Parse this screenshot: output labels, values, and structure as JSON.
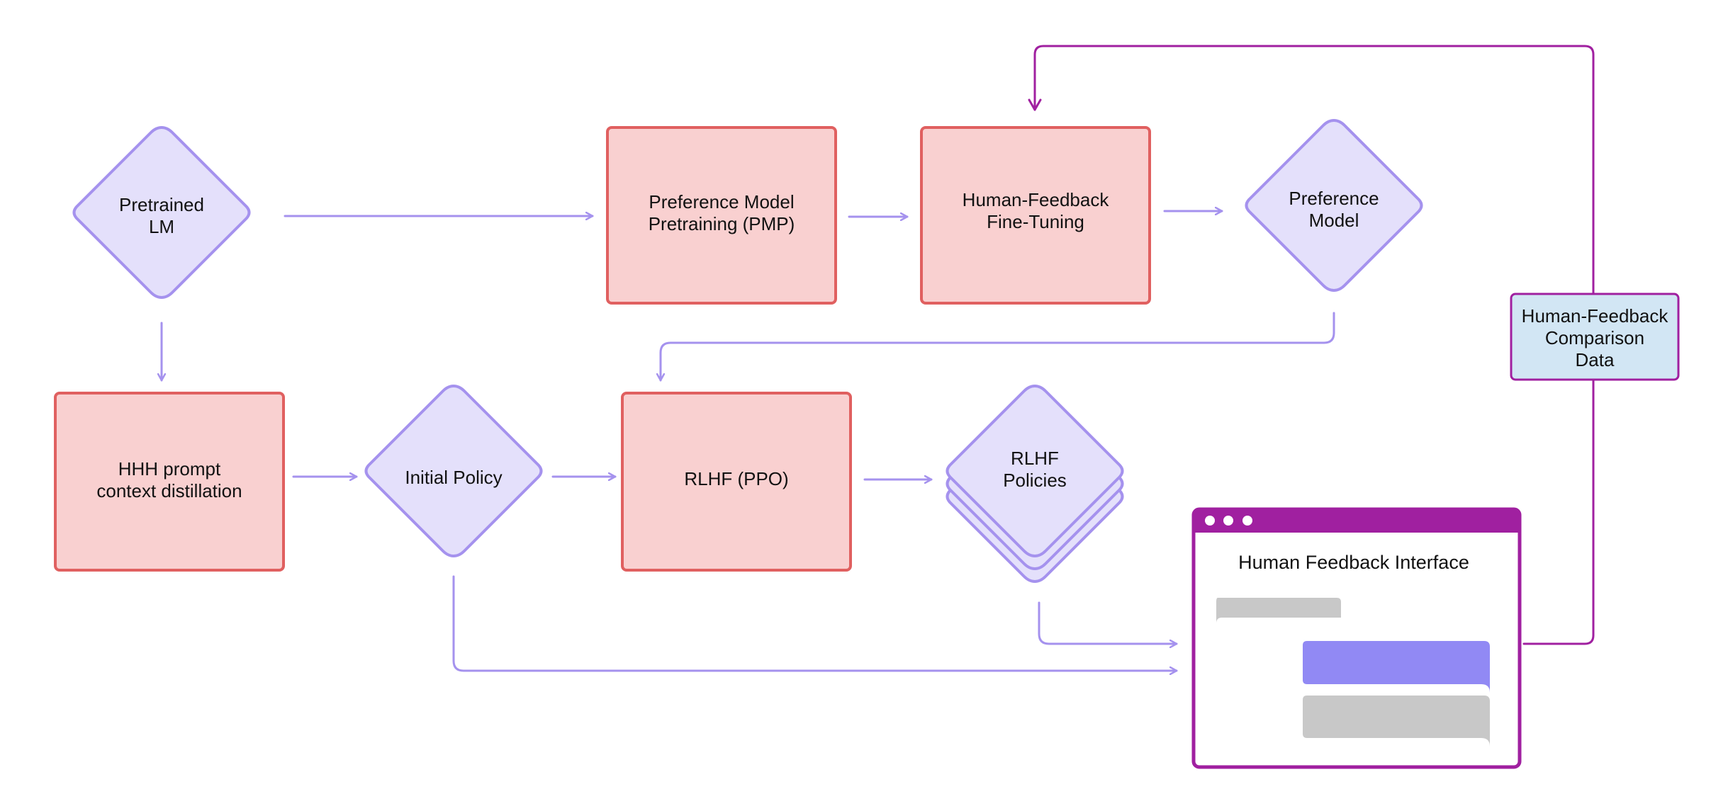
{
  "diagram": {
    "nodes": {
      "pretrained_lm": {
        "lines": [
          "Pretrained",
          "LM"
        ],
        "shape": "diamond"
      },
      "pmp": {
        "lines": [
          "Preference Model",
          "Pretraining (PMP)"
        ],
        "shape": "box"
      },
      "hf_finetuning": {
        "lines": [
          "Human-Feedback",
          "Fine-Tuning"
        ],
        "shape": "box"
      },
      "preference_model": {
        "lines": [
          "Preference",
          "Model"
        ],
        "shape": "diamond"
      },
      "hhh": {
        "lines": [
          "HHH prompt",
          "context distillation"
        ],
        "shape": "box"
      },
      "initial_policy": {
        "lines": [
          "Initial Policy"
        ],
        "shape": "diamond"
      },
      "rlhf_ppo": {
        "lines": [
          "RLHF (PPO)"
        ],
        "shape": "box"
      },
      "rlhf_policies": {
        "lines": [
          "RLHF",
          "Policies"
        ],
        "shape": "stacked-diamond"
      },
      "comparison_data": {
        "lines": [
          "Human-Feedback",
          "Comparison",
          "Data"
        ],
        "shape": "tag"
      },
      "interface": {
        "title": "Human Feedback Interface",
        "shape": "window"
      }
    },
    "colors": {
      "process_fill": "#f9d0d0",
      "process_stroke": "#e06060",
      "data_fill": "#e4e0fb",
      "data_stroke": "#a592ee",
      "arrow": "#a592ee",
      "feedback": "#a020a0",
      "tag_fill": "#d2e6f4",
      "bubble_gray": "#c8c8c8",
      "bubble_purple": "#9189f4"
    }
  }
}
